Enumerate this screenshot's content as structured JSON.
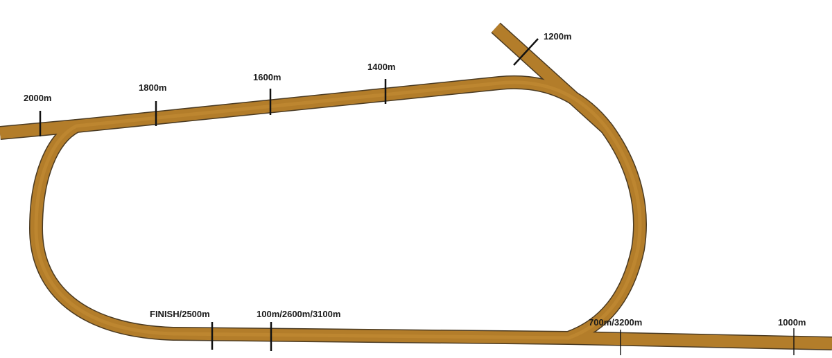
{
  "map": {
    "track_color": "#b37d2a",
    "edge_color": "#4a3a22",
    "marker_color": "#111111",
    "markers": [
      {
        "id": "2000m",
        "label": "2000m"
      },
      {
        "id": "1800m",
        "label": "1800m"
      },
      {
        "id": "1600m",
        "label": "1600m"
      },
      {
        "id": "1400m",
        "label": "1400m"
      },
      {
        "id": "1200m",
        "label": "1200m"
      },
      {
        "id": "finish",
        "label": "FINISH/2500m"
      },
      {
        "id": "100m",
        "label": "100m/2600m/3100m"
      },
      {
        "id": "700m",
        "label": "700m/3200m"
      },
      {
        "id": "1000m",
        "label": "1000m"
      }
    ]
  }
}
